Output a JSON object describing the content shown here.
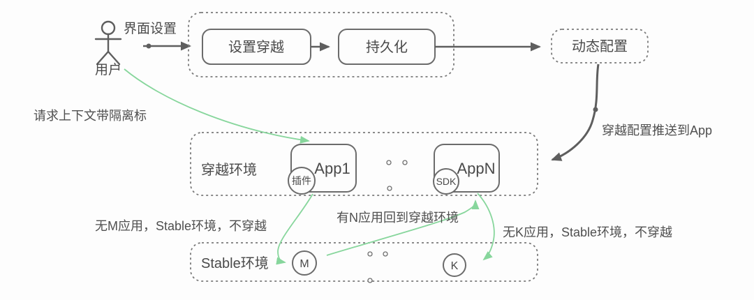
{
  "colors": {
    "line_gray": "#5e5e5e",
    "accent_green": "#87d69c",
    "text": "#4a4a4a"
  },
  "actor": {
    "name": "用户",
    "action": "界面设置"
  },
  "setup_flow": {
    "steps": [
      "设置穿越",
      "持久化"
    ]
  },
  "dynamic_config": {
    "label": "动态配置"
  },
  "traverse_env": {
    "label": "穿越环境",
    "app1": "App1",
    "app1_badge": "插件",
    "appn": "AppN",
    "appn_badge": "SDK"
  },
  "stable_env": {
    "label": "Stable环境",
    "node_m": "M",
    "node_k": "K"
  },
  "annotations": {
    "request_context": "请求上下文带隔离标",
    "push_config": "穿越配置推送到App",
    "no_m": "无M应用，Stable环境，不穿越",
    "back_n": "有N应用回到穿越环境",
    "no_k": "无K应用，Stable环境，不穿越"
  }
}
